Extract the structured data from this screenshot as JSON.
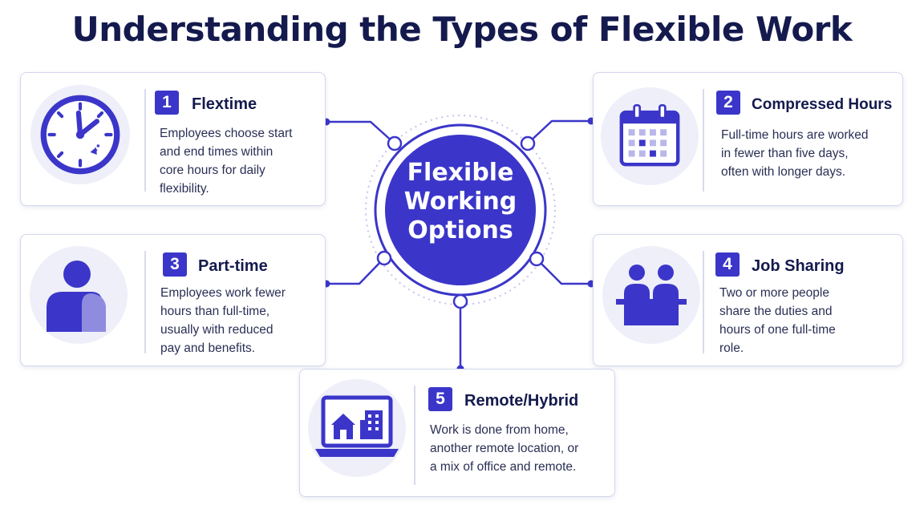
{
  "title": "Understanding the Types of Flexible Work",
  "center": {
    "lines": [
      "Flexible",
      "Working",
      "Options"
    ]
  },
  "colors": {
    "accent": "#3b36c9",
    "accent_light": "#8f8ce0",
    "navy": "#141a4d",
    "icon_bg": "#eeeff9"
  },
  "cards": [
    {
      "number": "1",
      "title": "Flextime",
      "icon": "clock-icon",
      "lines": [
        "Employees choose start",
        "and end times within",
        "core hours for daily",
        "flexibility."
      ]
    },
    {
      "number": "2",
      "title": "Compressed Hours",
      "icon": "calendar-icon",
      "lines": [
        "Full-time hours are worked",
        "in fewer than five days,",
        "often with longer days."
      ]
    },
    {
      "number": "3",
      "title": "Part-time",
      "icon": "person-icon",
      "lines": [
        "Employees work fewer",
        "hours than full-time,",
        "usually with reduced",
        "pay and benefits."
      ]
    },
    {
      "number": "4",
      "title": "Job Sharing",
      "icon": "two-people-icon",
      "lines": [
        "Two or more people",
        "share the duties and",
        "hours of one full-time",
        "role."
      ]
    },
    {
      "number": "5",
      "title": "Remote/Hybrid",
      "icon": "laptop-home-office-icon",
      "lines": [
        "Work is done from home,",
        "another remote location, or",
        "a mix of office and remote."
      ]
    }
  ]
}
